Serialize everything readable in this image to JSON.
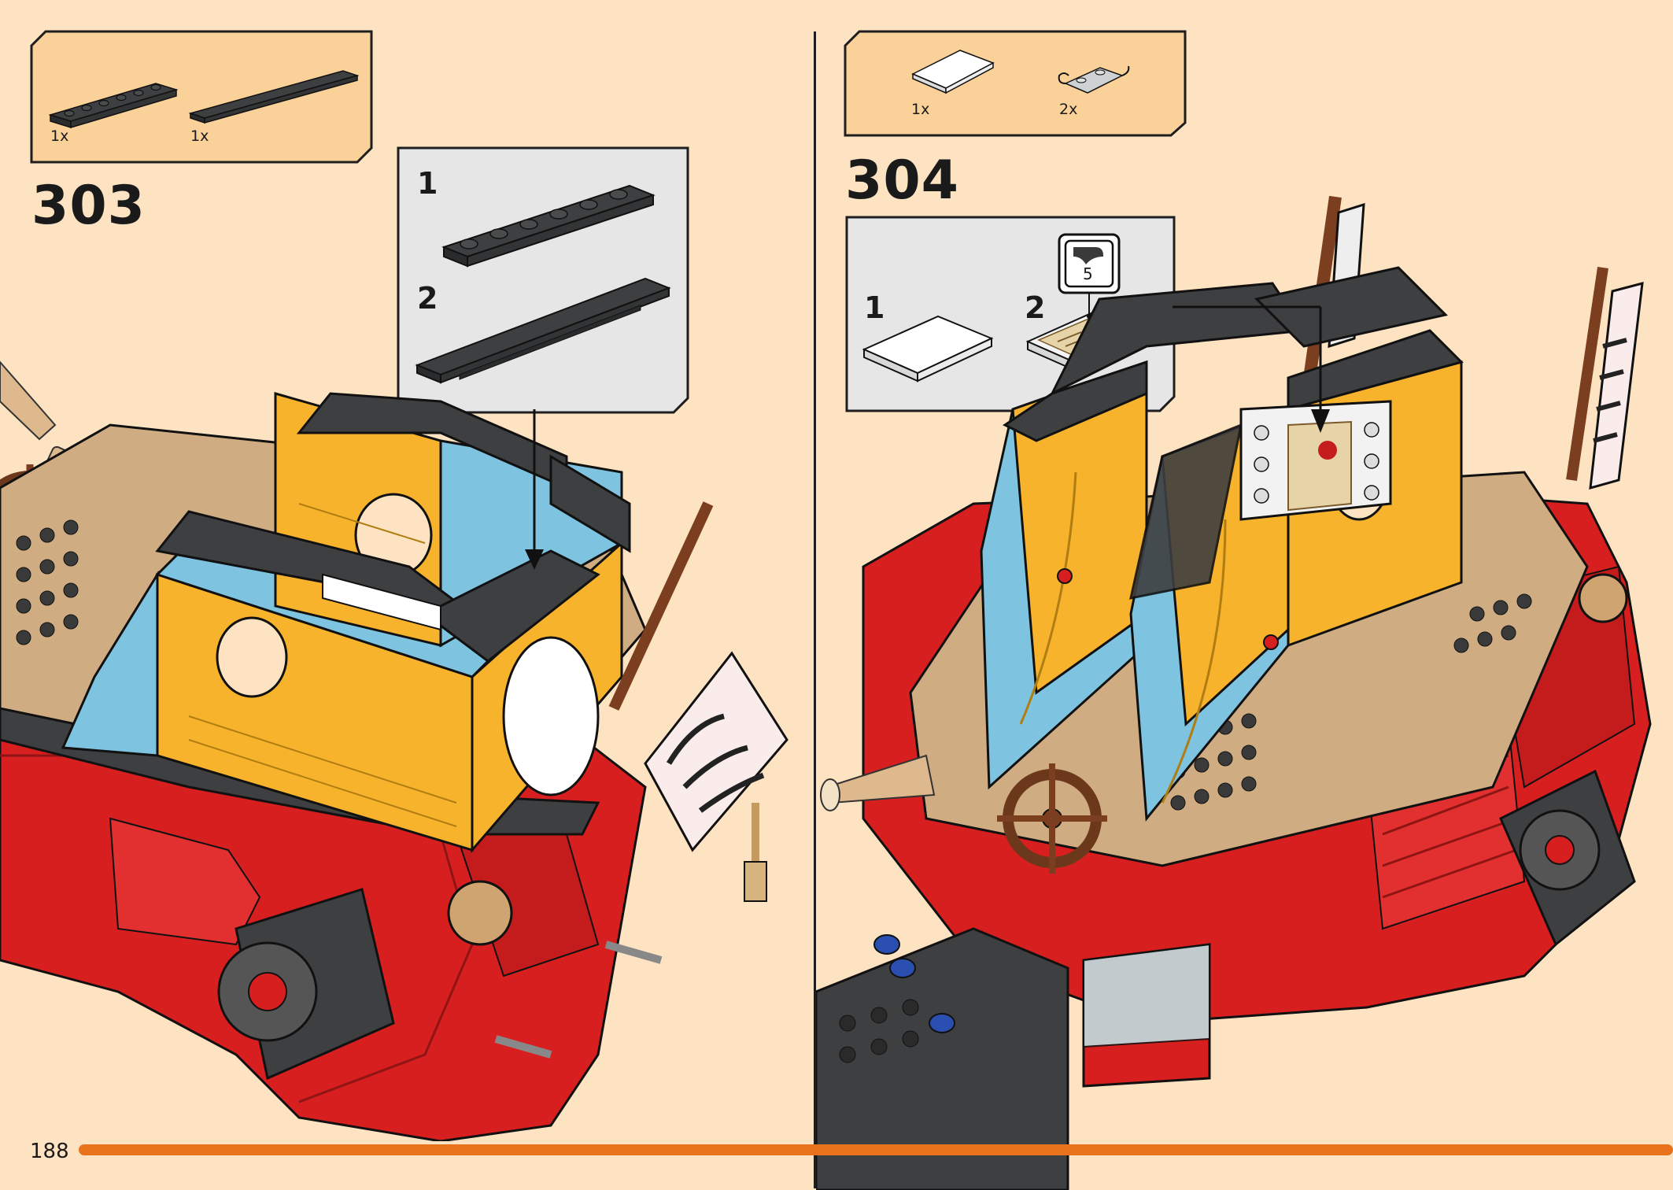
{
  "page": {
    "number": "188",
    "colors": {
      "background": "#fde3c2",
      "parts_panel": "#fbd19a",
      "callout_panel": "#e6e6e6",
      "progress_bar": "#e8731c",
      "ship_red": "#d81f20",
      "dark_bluish_gray": "#3e3f40",
      "bright_light_orange": "#f8b32d",
      "medium_azure": "#7ec3df",
      "tan": "#cfac82",
      "reddish_brown": "#7b3e1e"
    }
  },
  "steps": [
    {
      "number": "303",
      "parts": [
        {
          "qty": "1x",
          "part": "plate-1x6-dark-gray"
        },
        {
          "qty": "1x",
          "part": "tile-1x8-dark-gray"
        }
      ],
      "callout": [
        {
          "number": "1",
          "part": "plate-1x6-dark-gray"
        },
        {
          "number": "2",
          "part": "tile-1x8-dark-gray"
        }
      ]
    },
    {
      "number": "304",
      "parts": [
        {
          "qty": "1x",
          "part": "tile-2x3-white"
        },
        {
          "qty": "2x",
          "part": "plate-with-clip-light-gray"
        }
      ],
      "callout": [
        {
          "number": "1",
          "part": "tile-2x3-white"
        },
        {
          "number": "2",
          "part": "tile-2x3-printed-scroll"
        }
      ],
      "sticker": "5"
    }
  ]
}
